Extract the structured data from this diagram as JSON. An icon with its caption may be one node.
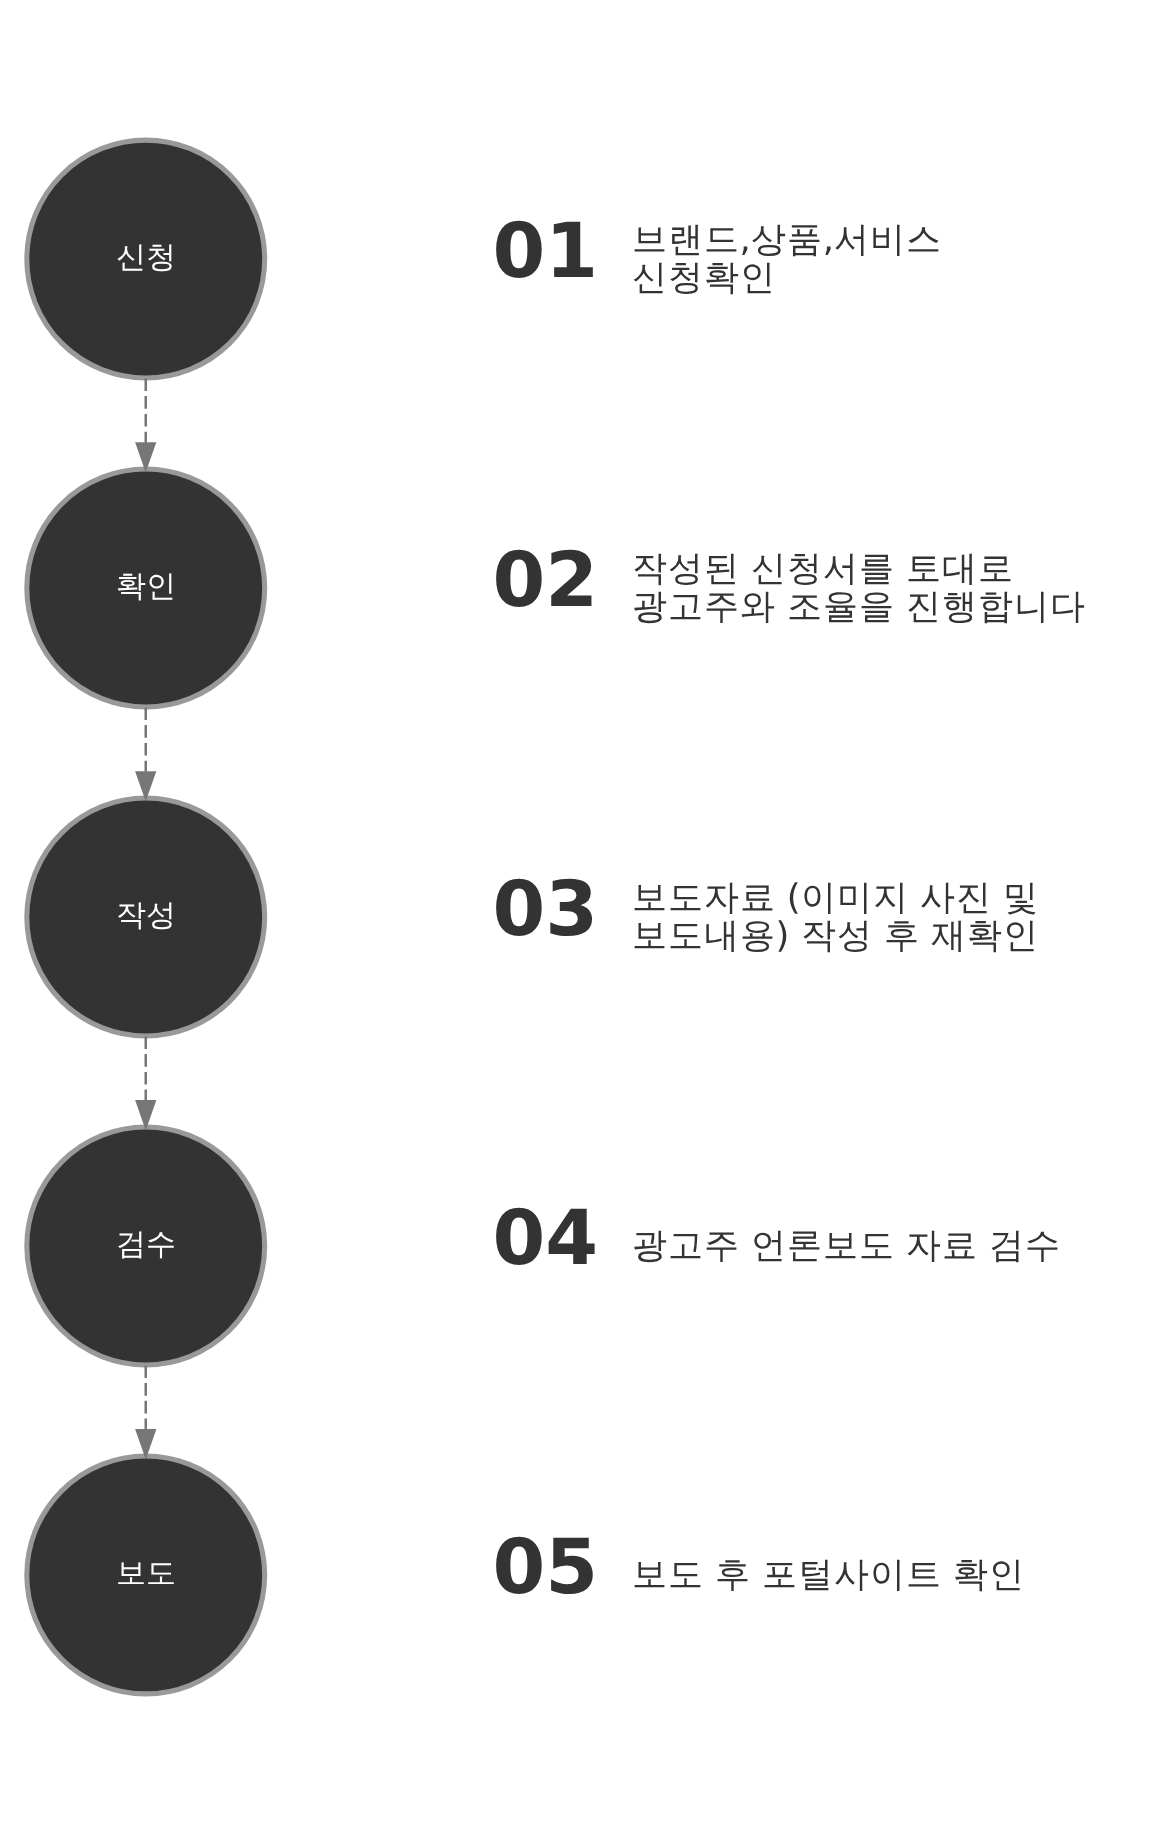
{
  "diagram": {
    "nodes": [
      {
        "text": [
          "신청"
        ]
      },
      {
        "text": [
          "확인"
        ]
      },
      {
        "text": [
          "작성"
        ]
      },
      {
        "text": [
          "검수"
        ]
      },
      {
        "text": [
          "보도"
        ]
      },
      {
        "text": [
          "01",
          "브랜드,상품,서비스 신청확인"
        ]
      },
      {
        "text": [
          "02",
          "작성된 신청서를 토대로 광고주와 조율을 진행합니다"
        ]
      },
      {
        "text": [
          "03",
          "보도자료 (이미지 사진 및 보도내용) 작성 후 재확인"
        ]
      },
      {
        "text": [
          "04",
          "광고주 언론보도 자료 검수"
        ]
      },
      {
        "text": [
          "05",
          "보도 후 포털사이트 확인"
        ]
      }
    ],
    "edges": [
      {
        "from": 0,
        "to": 1,
        "arrow": "to",
        "style": "dashed"
      },
      {
        "from": 1,
        "to": 2,
        "arrow": "to",
        "style": "dashed"
      },
      {
        "from": 2,
        "to": 3,
        "arrow": "to",
        "style": "dashed"
      },
      {
        "from": 3,
        "to": 4,
        "arrow": "to",
        "style": "dashed"
      }
    ]
  }
}
